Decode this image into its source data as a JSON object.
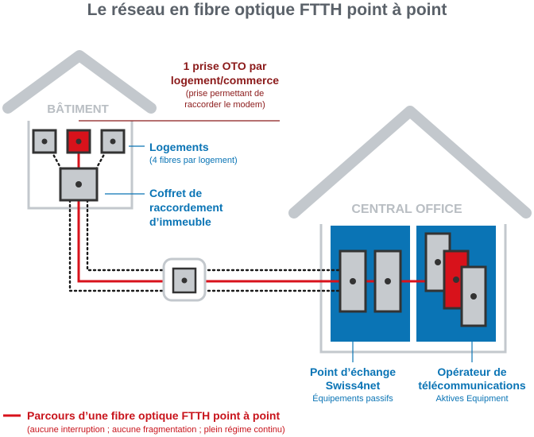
{
  "title": "Le réseau en fibre optique FTTH point à point",
  "building": {
    "label": "BÂTIMENT",
    "oto_title_1": "1 prise OTO par",
    "oto_title_2": "logement/commerce",
    "oto_sub_1": "(prise permettant de",
    "oto_sub_2": "raccorder le modem",
    "oto_sub_3": ")",
    "logements_title": "Logements",
    "logements_sub": "(4 fibres par logement)",
    "coffret_1": "Coffret de",
    "coffret_2": "raccordement",
    "coffret_3": "d’immeuble"
  },
  "central_office": {
    "label": "CENTRAL OFFICE",
    "exchange_1": "Point d’échange",
    "exchange_2": "Swiss4net",
    "exchange_sub": "Équipements passifs",
    "operator_1": "Opérateur de",
    "operator_2": "télécommunications",
    "operator_sub": "Aktives Equipment"
  },
  "legend": {
    "title": "Parcours d’une fibre optique FTTH point à point",
    "sub": "(aucune interruption ; aucune fragmentation ; plein régime continu)"
  },
  "colors": {
    "fiber_red": "#d8121b",
    "accent_blue": "#0a74b5",
    "dark_red": "#8b1a1a",
    "outline_grey": "#c3c8cd"
  }
}
